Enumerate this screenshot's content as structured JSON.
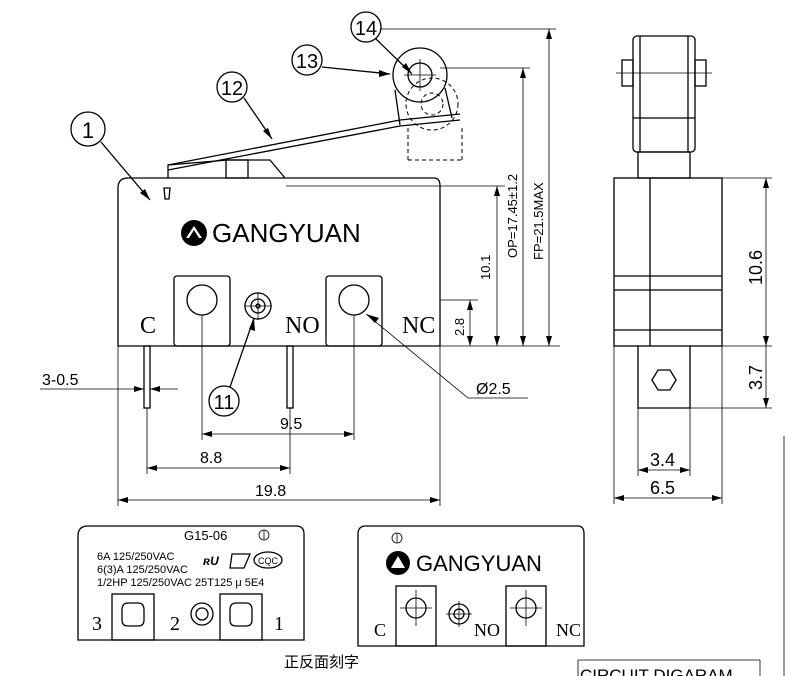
{
  "callouts": {
    "c1": "1",
    "c11": "11",
    "c12": "12",
    "c13": "13",
    "c14": "14"
  },
  "front": {
    "brand": "GANGYUAN",
    "term_c": "C",
    "term_no": "NO",
    "term_nc": "NC"
  },
  "dims": {
    "d_3_05": "3-0.5",
    "d_9_5": "9.5",
    "d_8_8": "8.8",
    "d_19_8": "19.8",
    "d_hole": "Ø2.5",
    "d_2_8": "2.8",
    "d_10_1": "10.1",
    "d_op": "OP=17.45±1.2",
    "d_fp": "FP=21.5MAX",
    "d_10_6": "10.6",
    "d_3_7": "3.7",
    "d_3_4": "3.4",
    "d_6_5": "6.5"
  },
  "back": {
    "model": "G15-06",
    "rating1": "6A 125/250VAC",
    "rating2": "6(3)A 125/250VAC",
    "rating3": "1/2HP 125/250VAC 25T125 μ 5E4",
    "term1": "3",
    "term2": "2",
    "term3": "1",
    "cert_cqc": "CQC"
  },
  "face2": {
    "brand": "GANGYUAN",
    "term_c": "C",
    "term_no": "NO",
    "term_nc": "NC"
  },
  "caption": "正反面刻字",
  "circuit_label": "CIRCUIT DIGARAM"
}
